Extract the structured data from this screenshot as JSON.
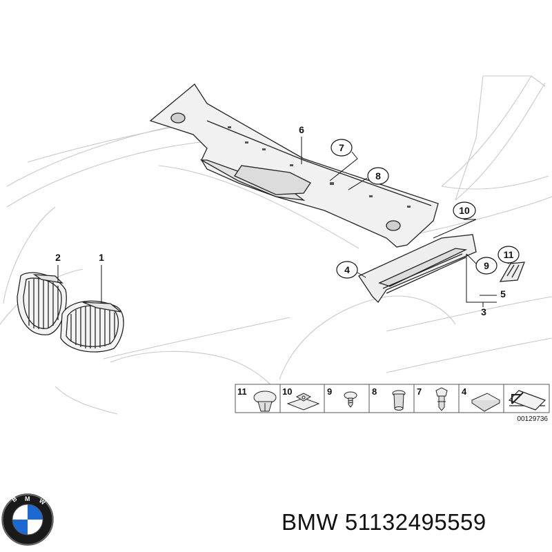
{
  "callouts": [
    {
      "num": "1"
    },
    {
      "num": "2"
    },
    {
      "num": "3"
    },
    {
      "num": "4"
    },
    {
      "num": "5"
    },
    {
      "num": "6"
    },
    {
      "num": "7"
    },
    {
      "num": "8"
    },
    {
      "num": "9"
    },
    {
      "num": "10"
    },
    {
      "num": "11"
    }
  ],
  "legend": {
    "items": [
      {
        "num": "11",
        "icon": "expanding-rivet-icon"
      },
      {
        "num": "10",
        "icon": "sheet-clip-nut-icon"
      },
      {
        "num": "9",
        "icon": "screw-icon"
      },
      {
        "num": "8",
        "icon": "plug-grommet-icon"
      },
      {
        "num": "7",
        "icon": "push-clip-icon"
      },
      {
        "num": "4",
        "icon": "foam-pad-icon"
      },
      {
        "num": "",
        "icon": "arrow-direction-icon"
      }
    ]
  },
  "diagram_code": "00129736",
  "brand": {
    "name": "BMW",
    "part_number": "51132495559",
    "logo_letters": "BMW",
    "colors": {
      "blue": "#1c69d4",
      "ring": "#1a1a1a",
      "white": "#ffffff"
    }
  },
  "footer_text": "BMW 51132495559"
}
